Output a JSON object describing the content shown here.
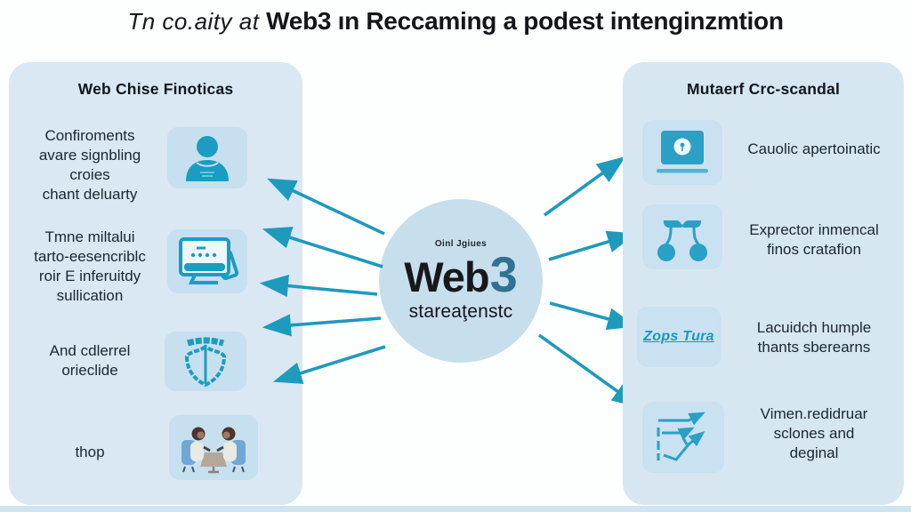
{
  "title": {
    "prefix": "Tn co.aity at ",
    "emphasis": "Web3 ın Reccaming a podest intenginzmtion"
  },
  "left_panel": {
    "heading": "Web Chise Finoticas",
    "items": [
      {
        "text": "Confiroments\navare signbling\ncroies\nchant deluarty",
        "icon": "person-icon"
      },
      {
        "text": "Tmne miltalui\ntarto-eesencriblc\nroir E inferuitdy\nsullication",
        "icon": "monitor-icon"
      },
      {
        "text": "And cdlerrel\norieclide",
        "icon": "shield-icon"
      },
      {
        "text": "thop",
        "icon": "meeting-icon"
      }
    ]
  },
  "center": {
    "top_label": "Oinl Jgiues",
    "brand_word": "Web",
    "brand_number": "3",
    "subtitle": "stareaţenstc"
  },
  "right_panel": {
    "heading": "Mutaerf Crc-scandal",
    "items": [
      {
        "text": "Cauolic apertoinatic",
        "icon": "laptop-icon"
      },
      {
        "text": "Exprector inmencal\nfinos cratafion",
        "icon": "network-icon"
      },
      {
        "text": "Lacuidch humple\nthants sberearns",
        "icon": "zops-tura-logo",
        "logo_text": "Zops Tura"
      },
      {
        "text": "Vimen.redidruar\nsclones and\ndeginal",
        "icon": "chart-icon"
      }
    ]
  },
  "colors": {
    "accent_teal": "#1e9abd",
    "panel_blue": "#d9e8f2",
    "tile_blue": "#c7e0ef",
    "circle_blue": "#c7dfec",
    "brand_number_teal": "#2f7291",
    "text_dark": "#1b2633",
    "bottom_strip": "#cfe4f1"
  }
}
